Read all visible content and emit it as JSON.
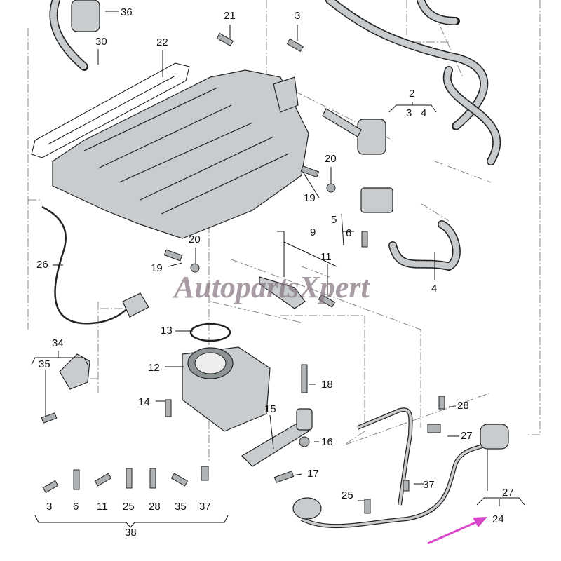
{
  "watermark": "AutopartsXpert",
  "callouts": {
    "c36": "36",
    "c21": "21",
    "c3a": "3",
    "c30": "30",
    "c22": "22",
    "c2": "2",
    "c3b": "3",
    "c4a": "4",
    "c20a": "20",
    "c19a": "19",
    "c5": "5",
    "c6": "6",
    "c9": "9",
    "c11": "11",
    "c4b": "4",
    "c26": "26",
    "c20b": "20",
    "c19b": "19",
    "c13": "13",
    "c12": "12",
    "c34": "34",
    "c35": "35",
    "c14": "14",
    "c18": "18",
    "c15": "15",
    "c16": "16",
    "c17": "17",
    "c28": "28",
    "c27a": "27",
    "c37": "37",
    "c25": "25",
    "c27b": "27",
    "c24": "24"
  },
  "kit": {
    "items": [
      "3",
      "6",
      "11",
      "25",
      "28",
      "35",
      "37"
    ],
    "label": "38"
  },
  "colors": {
    "arrow": "#d946c8",
    "watermark": "#8a7a86"
  }
}
